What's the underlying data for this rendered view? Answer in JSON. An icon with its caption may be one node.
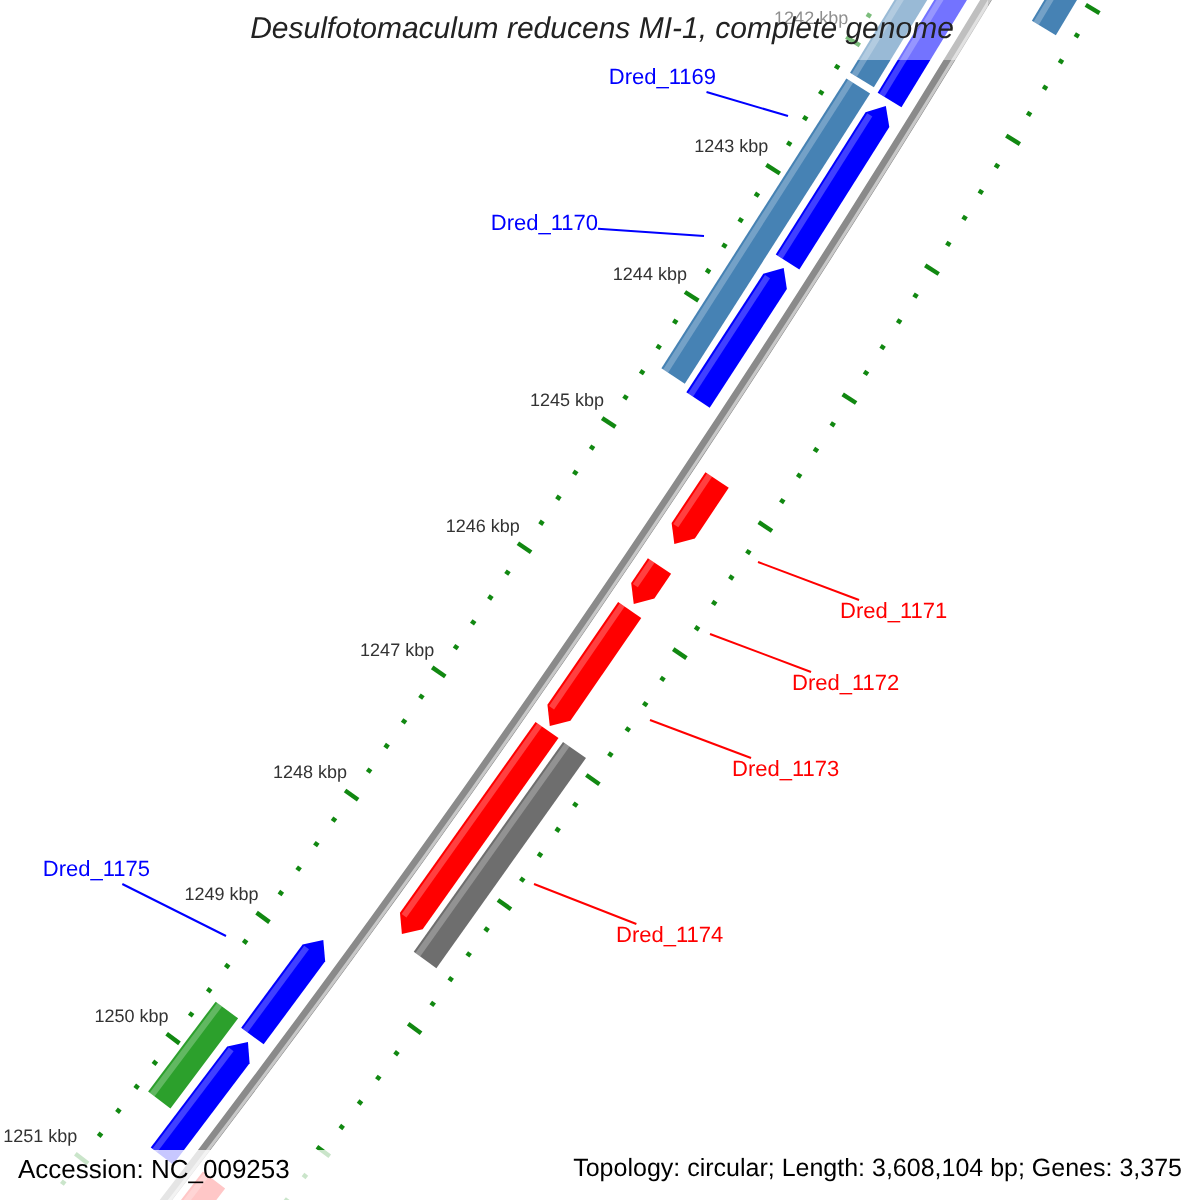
{
  "diagram": {
    "title": "Desulfotomaculum reducens MI-1, complete genome",
    "nodes": [
      {
        "text": [
          "Dred_1169"
        ]
      },
      {
        "text": [
          "Dred_1170"
        ]
      },
      {
        "text": [
          "Dred_1171"
        ]
      },
      {
        "text": [
          "Dred_1172"
        ]
      },
      {
        "text": [
          "Dred_1173"
        ]
      },
      {
        "text": [
          "Dred_1175"
        ]
      },
      {
        "text": [
          "Dred_1174"
        ]
      }
    ],
    "edges": [
      {
        "from": 0,
        "to": null,
        "arrow": "none",
        "color": "#0000ff"
      },
      {
        "from": 1,
        "to": null,
        "arrow": "none",
        "color": "#0000ff"
      },
      {
        "from": 2,
        "to": null,
        "arrow": "none"
      },
      {
        "from": 3,
        "to": null,
        "arrow": "none"
      },
      {
        "from": 4,
        "to": null,
        "arrow": "none"
      },
      {
        "from": 5,
        "to": null,
        "arrow": "none",
        "color": "#0000ff"
      },
      {
        "from": 6,
        "to": null,
        "arrow": "none"
      }
    ],
    "labels": [
      "1242 kbp",
      "1243 kbp",
      "1244 kbp",
      "1245 kbp",
      "1246 kbp",
      "1247 kbp",
      "1248 kbp",
      "1249 kbp",
      "1250 kbp",
      "1251 kbp",
      "Accession: NC_009253",
      "Topology: circular; Length: 3,608,104 bp; Genes: 3,375"
    ]
  }
}
